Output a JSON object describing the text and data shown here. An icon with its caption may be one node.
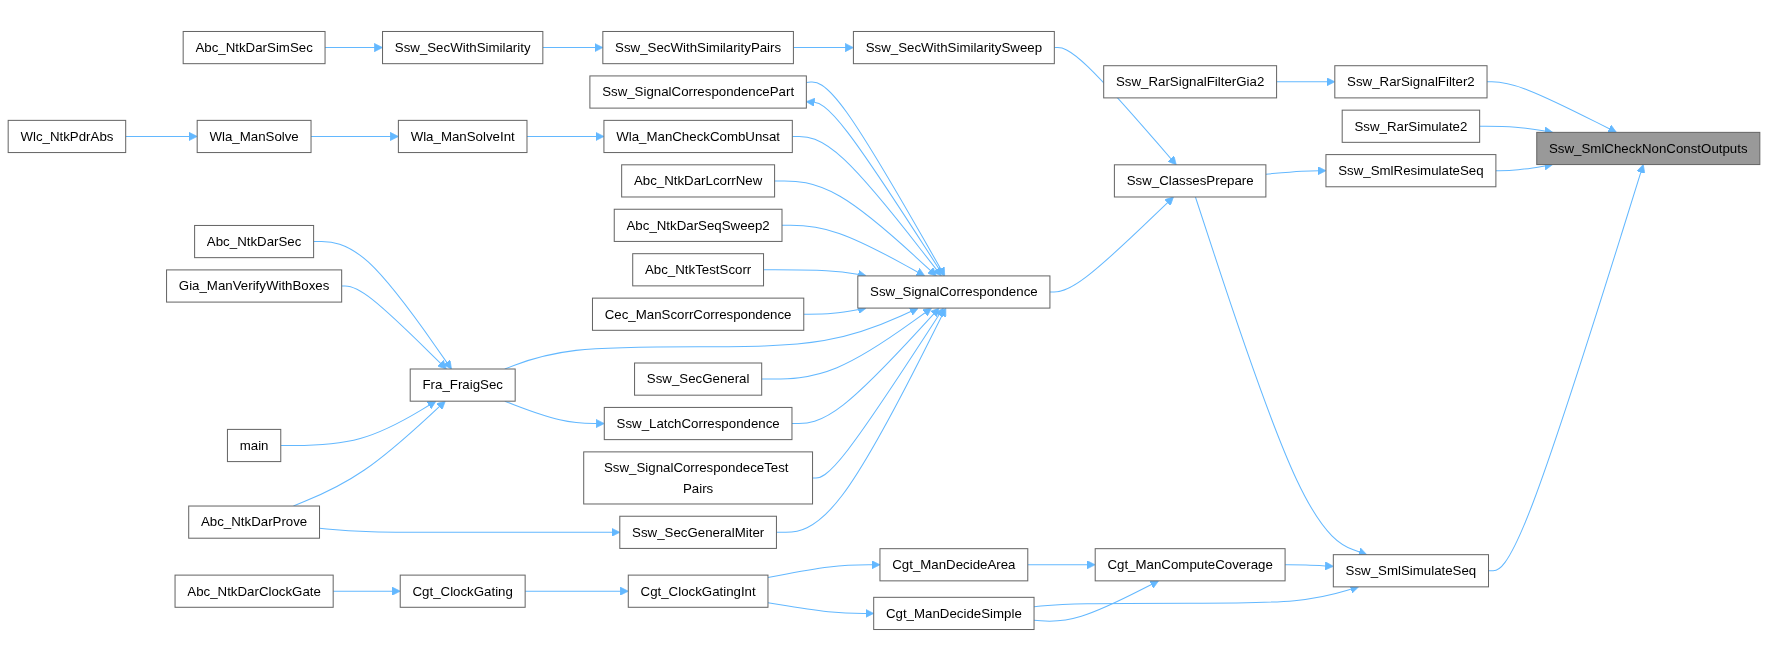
{
  "diagram": {
    "nodes": [
      {
        "text": [
          "Abc_NtkDarSimSec"
        ]
      },
      {
        "text": [
          "Ssw_SecWithSimilarity"
        ]
      },
      {
        "text": [
          "Ssw_SecWithSimilarityPairs"
        ]
      },
      {
        "text": [
          "Ssw_SignalCorrespondencePart"
        ]
      },
      {
        "text": [
          "Wlc_NtkPdrAbs"
        ]
      },
      {
        "text": [
          "Wla_ManSolve"
        ]
      },
      {
        "text": [
          "Wla_ManSolveInt"
        ]
      },
      {
        "text": [
          "Wla_ManCheckCombUnsat"
        ]
      },
      {
        "text": [
          "Ssw_SecWithSimilaritySweep"
        ]
      },
      {
        "text": [
          "Abc_NtkDarLcorrNew"
        ]
      },
      {
        "text": [
          "Abc_NtkDarSeqSweep2"
        ]
      },
      {
        "text": [
          "Ssw_RarSignalFilterGia2"
        ]
      },
      {
        "text": [
          "Ssw_RarSignalFilter2"
        ]
      },
      {
        "text": [
          "Abc_NtkTestScorr"
        ]
      },
      {
        "text": [
          "Ssw_RarSimulate2"
        ]
      },
      {
        "text": [
          "Cec_ManScorrCorrespondence"
        ]
      },
      {
        "text": [
          "Ssw_SignalCorrespondence"
        ]
      },
      {
        "text": [
          "Ssw_ClassesPrepare"
        ]
      },
      {
        "text": [
          "Ssw_SmlCheckNonConstOutputs"
        ]
      },
      {
        "text": [
          "Ssw_SmlResimulateSeq"
        ]
      },
      {
        "text": [
          "Abc_NtkDarSec"
        ]
      },
      {
        "text": [
          "Gia_ManVerifyWithBoxes"
        ]
      },
      {
        "text": [
          "Fra_FraigSec"
        ]
      },
      {
        "text": [
          "Ssw_LatchCorrespondence"
        ]
      },
      {
        "text": [
          "main"
        ]
      },
      {
        "text": [
          "Ssw_SecGeneral"
        ]
      },
      {
        "text": [
          "Abc_NtkDarProve"
        ]
      },
      {
        "text": [
          "Ssw_SecGeneralMiter"
        ]
      },
      {
        "text": [
          "Cgt_ManDecideArea"
        ]
      },
      {
        "text": [
          "Cgt_ManComputeCoverage"
        ]
      },
      {
        "text": [
          "Ssw_SmlSimulateSeq"
        ]
      },
      {
        "text": [
          "Ssw_SignalCorrespondeceTest Pairs"
        ]
      },
      {
        "text": [
          "Cgt_ManDecideSimple"
        ]
      },
      {
        "text": [
          "Abc_NtkDarClockGate"
        ]
      },
      {
        "text": [
          "Cgt_ClockGating"
        ]
      },
      {
        "text": [
          "Cgt_ClockGatingInt"
        ]
      }
    ],
    "edges": [
      {
        "from": 12,
        "to": 18,
        "arrow": "to"
      },
      {
        "from": 14,
        "to": 18,
        "arrow": "to"
      },
      {
        "from": 19,
        "to": 18,
        "arrow": "to"
      },
      {
        "from": 30,
        "to": 18,
        "arrow": "to"
      },
      {
        "from": 11,
        "to": 12,
        "arrow": "to"
      },
      {
        "from": 17,
        "to": 19,
        "arrow": "to"
      },
      {
        "from": 17,
        "to": 30,
        "arrow": "to"
      },
      {
        "from": 29,
        "to": 30,
        "arrow": "to"
      },
      {
        "from": 32,
        "to": 30,
        "arrow": "to"
      },
      {
        "from": 8,
        "to": 17,
        "arrow": "to"
      },
      {
        "from": 16,
        "to": 17,
        "arrow": "to"
      },
      {
        "from": 2,
        "to": 8,
        "arrow": "to"
      },
      {
        "from": 1,
        "to": 2,
        "arrow": "to"
      },
      {
        "from": 0,
        "to": 1,
        "arrow": "to"
      },
      {
        "from": 3,
        "to": 16,
        "arrow": "to"
      },
      {
        "from": 16,
        "to": 3,
        "arrow": "to"
      },
      {
        "from": 7,
        "to": 16,
        "arrow": "to"
      },
      {
        "from": 6,
        "to": 7,
        "arrow": "to"
      },
      {
        "from": 5,
        "to": 6,
        "arrow": "to"
      },
      {
        "from": 4,
        "to": 5,
        "arrow": "to"
      },
      {
        "from": 9,
        "to": 16,
        "arrow": "to"
      },
      {
        "from": 10,
        "to": 16,
        "arrow": "to"
      },
      {
        "from": 13,
        "to": 16,
        "arrow": "to"
      },
      {
        "from": 15,
        "to": 16,
        "arrow": "to"
      },
      {
        "from": 22,
        "to": 16,
        "arrow": "to"
      },
      {
        "from": 23,
        "to": 16,
        "arrow": "to"
      },
      {
        "from": 25,
        "to": 16,
        "arrow": "to"
      },
      {
        "from": 27,
        "to": 16,
        "arrow": "to"
      },
      {
        "from": 31,
        "to": 16,
        "arrow": "to"
      },
      {
        "from": 20,
        "to": 22,
        "arrow": "to"
      },
      {
        "from": 21,
        "to": 22,
        "arrow": "to"
      },
      {
        "from": 24,
        "to": 22,
        "arrow": "to"
      },
      {
        "from": 26,
        "to": 22,
        "arrow": "to"
      },
      {
        "from": 22,
        "to": 23,
        "arrow": "to"
      },
      {
        "from": 26,
        "to": 27,
        "arrow": "to"
      },
      {
        "from": 28,
        "to": 29,
        "arrow": "to"
      },
      {
        "from": 32,
        "to": 29,
        "arrow": "to"
      },
      {
        "from": 35,
        "to": 28,
        "arrow": "to"
      },
      {
        "from": 35,
        "to": 32,
        "arrow": "to"
      },
      {
        "from": 34,
        "to": 35,
        "arrow": "to"
      },
      {
        "from": 33,
        "to": 34,
        "arrow": "to"
      }
    ]
  }
}
